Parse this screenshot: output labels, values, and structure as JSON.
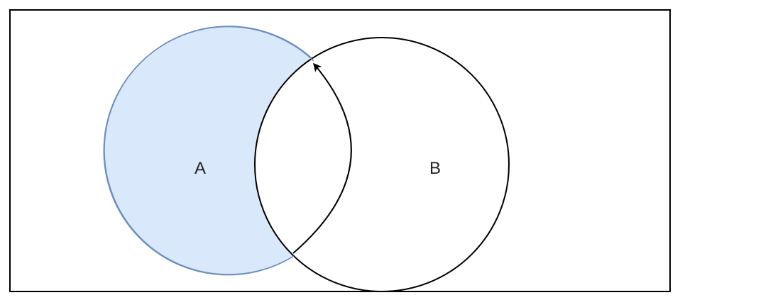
{
  "diagram": {
    "circles": [
      {
        "id": "A",
        "label": "A",
        "fill": "#dae8fc",
        "stroke": "#6c8ebf"
      },
      {
        "id": "B",
        "label": "B",
        "fill": "none",
        "stroke": "#000000"
      }
    ],
    "arrow": {
      "from": "intersection-bottom",
      "to": "intersection-top",
      "color": "#000000"
    },
    "frame": {
      "stroke": "#000000",
      "fill": "#ffffff"
    }
  }
}
